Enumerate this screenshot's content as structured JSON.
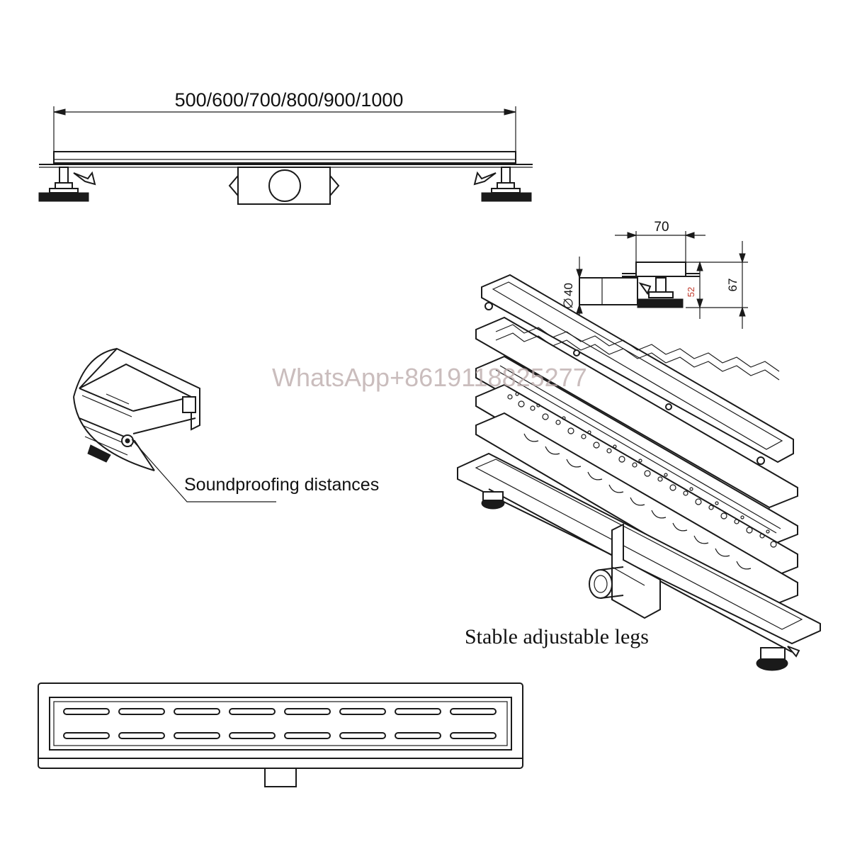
{
  "labels": {
    "length_dims": "500/600/700/800/900/1000",
    "width_dim": "70",
    "pipe_dia": "40",
    "inner_height": "52",
    "total_height": "67",
    "soundproofing": "Soundproofing distances",
    "legs": "Stable adjustable legs",
    "watermark": "WhatsApp+8619118825277"
  },
  "colors": {
    "line": "#1a1a1a",
    "accent_dim": "#c0392b",
    "watermark": "#b9a8a8"
  },
  "icons": {
    "diameter": "diameter-symbol-icon"
  }
}
